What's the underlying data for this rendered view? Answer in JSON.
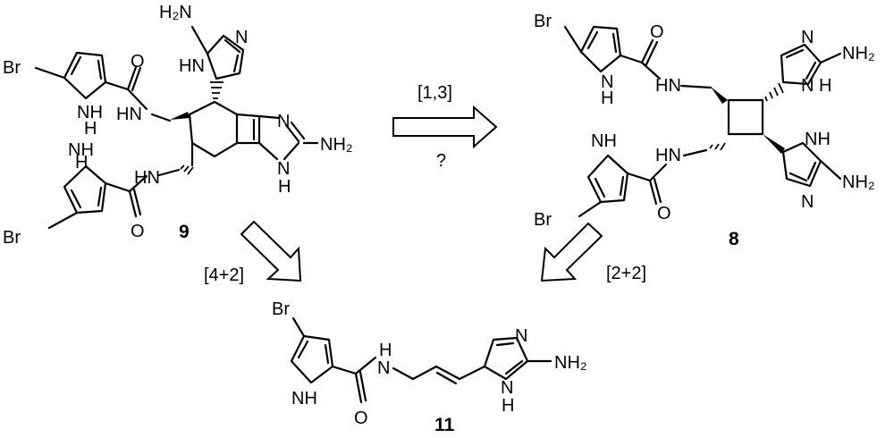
{
  "compounds": {
    "c9": {
      "label": "9",
      "br_top": "Br",
      "br_bottom": "Br",
      "nh_top": "NH",
      "h_top": "H",
      "nh_bottom": "NH",
      "h_bottom": "H",
      "o_top": "O",
      "o_bottom": "O",
      "amide_top": "HN",
      "amide_bottom": "HN",
      "im_top_nh2": "H₂N",
      "im_top_n": "N",
      "im_top_hn": "HN",
      "im_right_n": "N",
      "im_right_nh2": "NH₂",
      "im_right_n2": "N",
      "im_right_h": "H"
    },
    "c8": {
      "label": "8",
      "br_top": "Br",
      "br_bottom": "Br",
      "nh_top": "N",
      "h_top": "H",
      "nh_bottom": "NH",
      "o_top": "O",
      "o_bottom": "O",
      "amide_top": "HN",
      "amide_bottom": "HN",
      "im_top_n": "N",
      "im_top_nh2": "NH₂",
      "im_top_n2": "N",
      "im_top_h": "H",
      "im_bot_nh": "NH",
      "im_bot_n": "N",
      "im_bot_nh2": "NH₂"
    },
    "c11": {
      "label": "11",
      "br": "Br",
      "nh": "NH",
      "o": "O",
      "amide_n": "N",
      "amide_h": "H",
      "im_n": "N",
      "im_nh2": "NH₂",
      "im_n2": "N",
      "im_h": "H"
    }
  },
  "arrows": {
    "forward_label_top": "[1,3]",
    "forward_label_bottom": "?",
    "left_label": "[4+2]",
    "right_label": "[2+2]"
  }
}
